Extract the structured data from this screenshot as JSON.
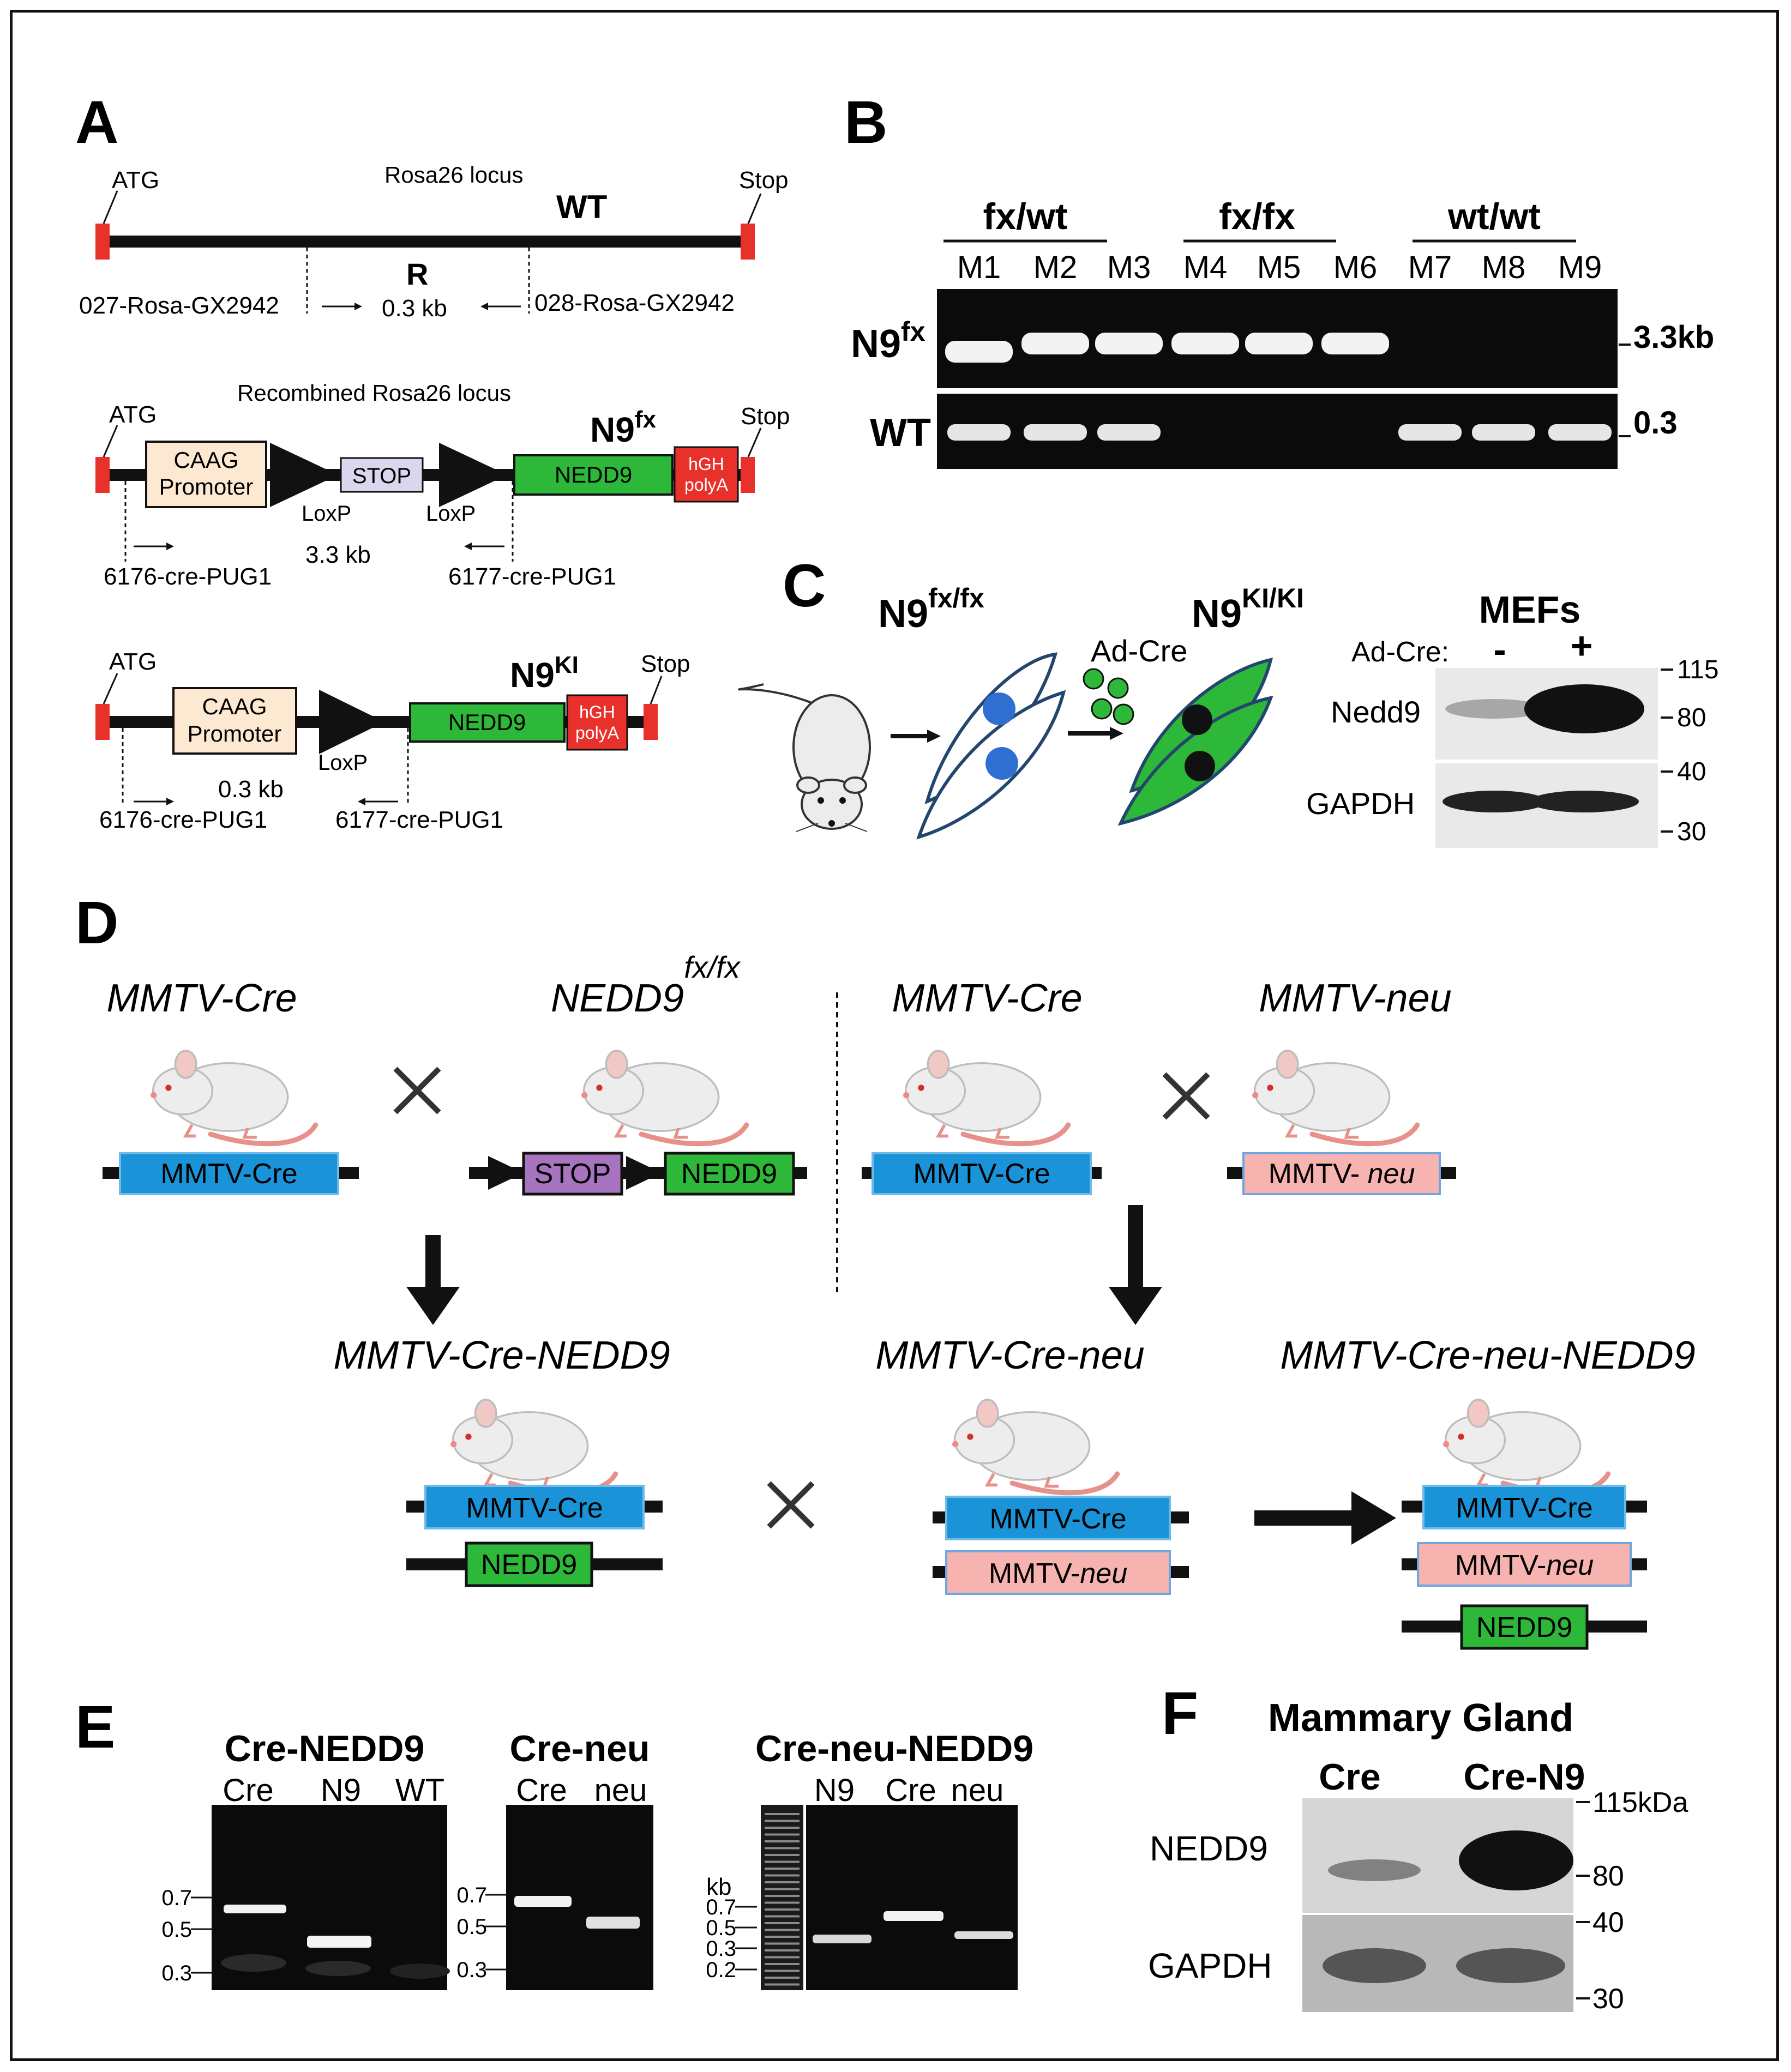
{
  "colors": {
    "blue": "#1a93d8",
    "green": "#2db83a",
    "pink": "#f6b3b0",
    "purple": "#a874c0",
    "cream": "#fde8d1",
    "red": "#e8312a",
    "stop": "#d9d6ee",
    "gel": "#0b0b0b",
    "blot": "#e9e9e9",
    "line": "#111111"
  },
  "panels": {
    "a": "A",
    "b": "B",
    "c": "C",
    "d": "D",
    "e": "E",
    "f": "F"
  },
  "a": {
    "wt": {
      "atg": "ATG",
      "stop": "Stop",
      "locus": "Rosa26 locus",
      "label": "WT",
      "r": "R",
      "size": "0.3 kb",
      "primer_f": "027-Rosa-GX2942",
      "primer_r": "028-Rosa-GX2942"
    },
    "fx": {
      "atg": "ATG",
      "stop": "Stop",
      "locus": "Recombined Rosa26 locus",
      "label": "N9",
      "sup": "fx",
      "caag1": "CAAG",
      "caag2": "Promoter",
      "stopbox": "STOP",
      "loxp1": "LoxP",
      "loxp2": "LoxP",
      "nedd9": "NEDD9",
      "hgh1": "hGH",
      "hgh2": "polyA",
      "size": "3.3 kb",
      "primer_f": "6176-cre-PUG1",
      "primer_r": "6177-cre-PUG1"
    },
    "ki": {
      "atg": "ATG",
      "stop": "Stop",
      "label": "N9",
      "sup": "KI",
      "caag1": "CAAG",
      "caag2": "Promoter",
      "loxp": "LoxP",
      "nedd9": "NEDD9",
      "hgh1": "hGH",
      "hgh2": "polyA",
      "size": "0.3 kb",
      "primer_f": "6176-cre-PUG1",
      "primer_r": "6177-cre-PUG1"
    }
  },
  "b": {
    "groups": [
      "fx/wt",
      "fx/fx",
      "wt/wt"
    ],
    "lanes": [
      "M1",
      "M2",
      "M3",
      "M4",
      "M5",
      "M6",
      "M7",
      "M8",
      "M9"
    ],
    "row1": "N9",
    "row1_sup": "fx",
    "row2": "WT",
    "mk1": "3.3kb",
    "mk2": "0.3"
  },
  "c": {
    "left": "N9",
    "left_sup": "fx/fx",
    "right": "N9",
    "right_sup": "KI/KI",
    "adcre": "Ad-Cre",
    "title": "MEFs",
    "treat": "Ad-Cre:",
    "minus": "-",
    "plus": "+",
    "nedd9": "Nedd9",
    "gapdh": "GAPDH",
    "markers": [
      "115",
      "80",
      "40",
      "30"
    ]
  },
  "d": {
    "mmtv_cre": "MMTV-Cre",
    "nedd9": "NEDD9",
    "nedd9_sup": "fx/fx",
    "mmtv_neu": "MMTV-neu",
    "box_cre": "MMTV-Cre",
    "box_stop": "STOP",
    "box_nedd9": "NEDD9",
    "box_neu_a": "MMTV- ",
    "box_neu_b": "neu",
    "box_neu2_a": "MMTV-",
    "box_neu2_b": "neu",
    "prog1": "MMTV-Cre-NEDD9",
    "prog2": "MMTV-Cre-neu",
    "prog3": "MMTV-Cre-neu-NEDD9"
  },
  "e": {
    "gel1": {
      "title": "Cre-NEDD9",
      "lanes": [
        "Cre",
        "N9",
        "WT"
      ],
      "markers": [
        "0.7",
        "0.5",
        "0.3"
      ]
    },
    "gel2": {
      "title": "Cre-neu",
      "lanes": [
        "Cre",
        "neu"
      ],
      "markers": [
        "0.7",
        "0.5",
        "0.3"
      ]
    },
    "gel3": {
      "title": "Cre-neu-NEDD9",
      "lanes": [
        "N9",
        "Cre",
        "neu"
      ],
      "unit": "kb",
      "markers": [
        "0.7",
        "0.5",
        "0.3",
        "0.2"
      ]
    }
  },
  "f": {
    "title": "Mammary Gland",
    "lanes": [
      "Cre",
      "Cre-N9"
    ],
    "nedd9": "NEDD9",
    "gapdh": "GAPDH",
    "markers": [
      "115kDa",
      "80",
      "40",
      "30"
    ]
  }
}
